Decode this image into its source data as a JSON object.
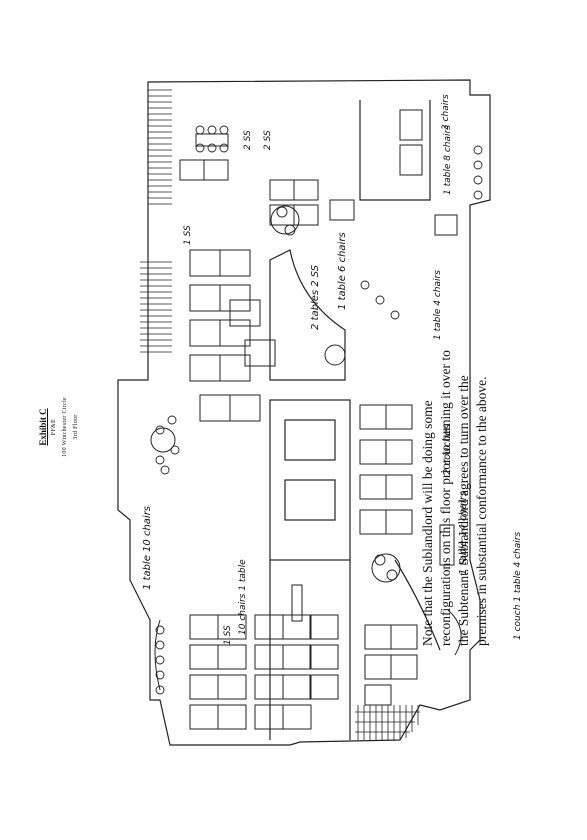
{
  "header": {
    "exhibit": "Exhibit C",
    "line1": "FF&E",
    "line2": "100 Winchester Circle",
    "line3": "3rd Floor"
  },
  "note": {
    "lines": [
      "Note that the Sublandlord will be doing some",
      "reconfigurations on this floor prior to turning it over to",
      "the Subtenant.  Sublandlord agrees to turn over the",
      "premises in substantial conformance to the above."
    ]
  },
  "annotations": {
    "a1": "1 table 10 chairs",
    "a2": "1 table 14 chairs",
    "a3": "1 couch 1 table 4 chairs",
    "a4": "2 couches",
    "a5": "1 table 6 chairs",
    "a6": "2 tables 2 SS",
    "a7": "1 table 8 chairs",
    "a8": "3 chairs",
    "a9": "2 SS",
    "a10": "1 SS",
    "a11": "1 table 4 chairs",
    "a12": "10 chairs 1 table",
    "a13": "1 SS",
    "a14": "2 SS"
  }
}
